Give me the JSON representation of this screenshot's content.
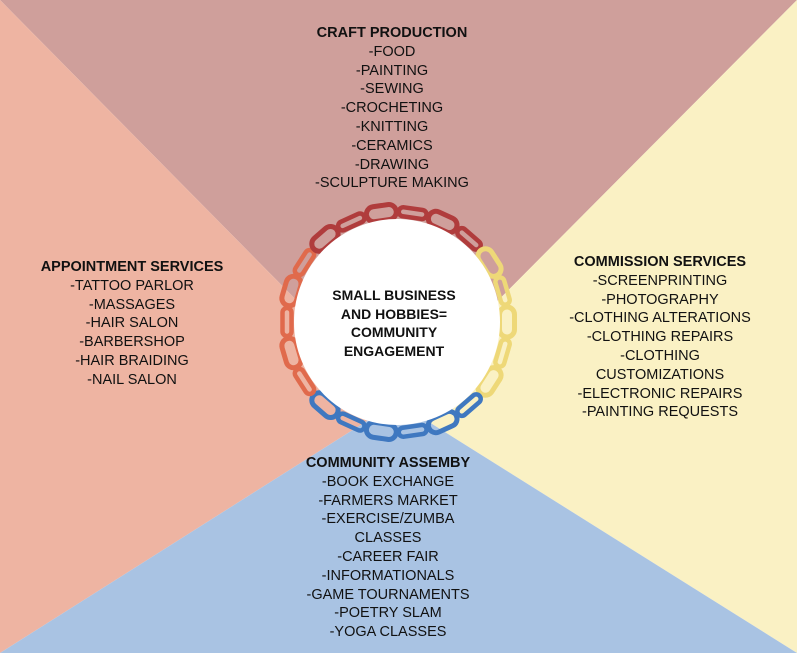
{
  "center": {
    "line1": "SMALL BUSINESS",
    "line2": "AND HOBBIES=",
    "line3": "COMMUNITY",
    "line4": "ENGAGEMENT"
  },
  "quadrants": {
    "top": {
      "title": "CRAFT PRODUCTION",
      "color": "#cf9f9b",
      "items": [
        "-FOOD",
        "-PAINTING",
        "-SEWING",
        "-CROCHETING",
        "-KNITTING",
        "-CERAMICS",
        "-DRAWING",
        "-SCULPTURE MAKING"
      ]
    },
    "left": {
      "title": "APPOINTMENT SERVICES",
      "color": "#eeb4a2",
      "items": [
        "-TATTOO PARLOR",
        "-MASSAGES",
        "-HAIR SALON",
        "-BARBERSHOP",
        "-HAIR BRAIDING",
        "-NAIL SALON"
      ]
    },
    "right": {
      "title": "COMMISSION SERVICES",
      "color": "#faf1c4",
      "items": [
        "-SCREENPRINTING",
        "-PHOTOGRAPHY",
        "-CLOTHING ALTERATIONS",
        "-CLOTHING REPAIRS",
        "-CLOTHING CUSTOMIZATIONS",
        "-ELECTRONIC REPAIRS",
        "-PAINTING REQUESTS"
      ]
    },
    "bottom": {
      "title": "COMMUNITY ASSEMBY",
      "color": "#a9c3e3",
      "items": [
        "-BOOK EXCHANGE",
        "-FARMERS MARKET",
        "-EXERCISE/ZUMBA CLASSES",
        "-CAREER FAIR",
        "-INFORMATIONALS",
        "-GAME TOURNAMENTS",
        "-POETRY SLAM",
        "-YOGA CLASSES"
      ]
    }
  },
  "chain_colors": {
    "top": "#b03c3c",
    "right": "#eed878",
    "bottom": "#3f78c0",
    "left": "#e06a4c"
  }
}
